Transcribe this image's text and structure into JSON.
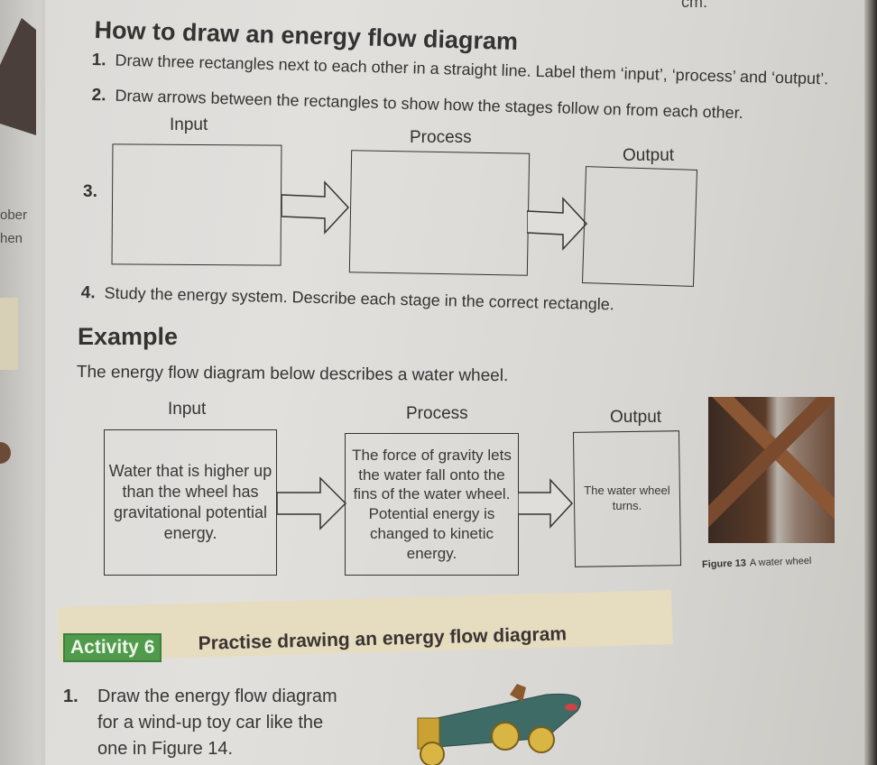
{
  "left_page": {
    "fragments": [
      "ober",
      "hen"
    ]
  },
  "top_fragment": "cm.",
  "title": "How to draw an energy flow diagram",
  "steps": [
    {
      "num": "1.",
      "text": "Draw three rectangles next to each other in a straight line. Label them ‘input’, ‘process’ and ‘output’."
    },
    {
      "num": "2.",
      "text": "Draw arrows between the rectangles to show how the stages follow on from each other."
    },
    {
      "num": "3.",
      "text": ""
    },
    {
      "num": "4.",
      "text": "Study the energy system. Describe each stage in the correct rectangle."
    }
  ],
  "blank_diagram": {
    "labels": [
      "Input",
      "Process",
      "Output"
    ]
  },
  "example": {
    "heading": "Example",
    "intro": "The energy flow diagram below describes a water wheel.",
    "diagram": {
      "stages": [
        {
          "label": "Input",
          "text": "Water that is higher up than the wheel has gravitational potential energy."
        },
        {
          "label": "Process",
          "text": "The force of gravity lets the water fall onto the fins of the water wheel. Potential energy is changed to kinetic energy."
        },
        {
          "label": "Output",
          "text": "The water wheel turns."
        }
      ]
    },
    "figure": {
      "number": "Figure 13",
      "caption": "A water wheel"
    }
  },
  "activity": {
    "badge": "Activity 6",
    "title": "Practise drawing an energy flow diagram",
    "badge_color": "#4f9b4b",
    "band_color": "#e6dcbf",
    "questions": [
      {
        "num": "1.",
        "lines": [
          "Draw the energy flow diagram",
          "for a wind-up toy car like the",
          "one in Figure 14."
        ]
      }
    ]
  }
}
